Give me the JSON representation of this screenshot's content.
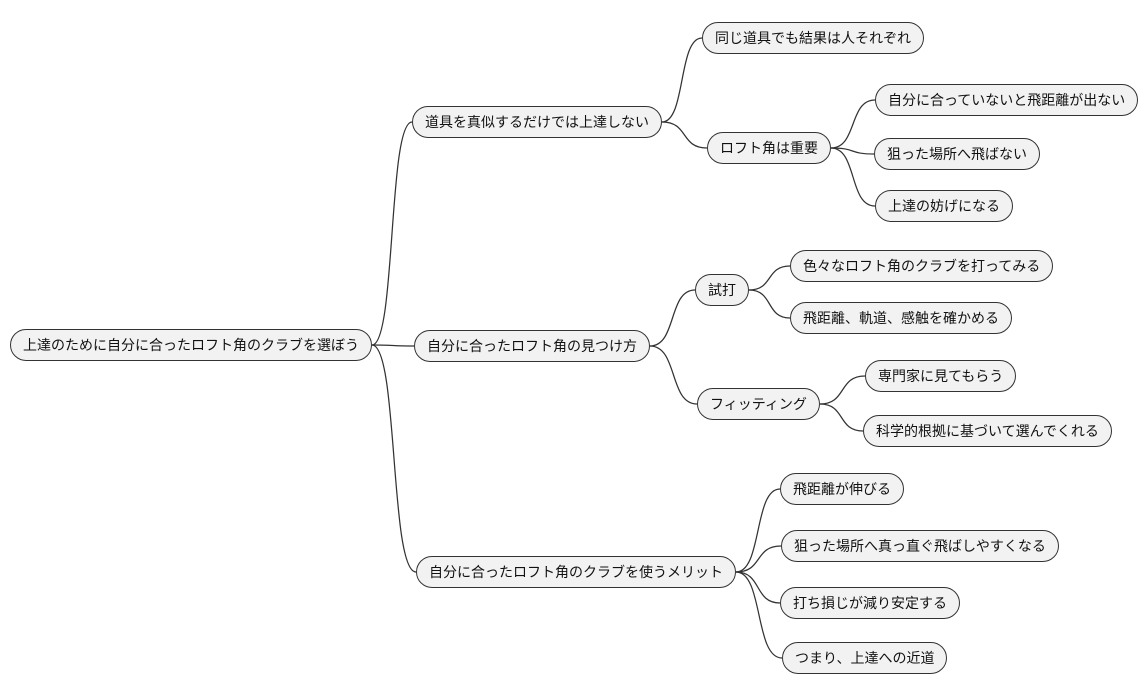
{
  "diagram": {
    "type": "mindmap",
    "background_color": "#ffffff",
    "node_fill_color": "#f2f2f2",
    "node_border_color": "#333333",
    "edge_color": "#333333",
    "text_color": "#111111"
  },
  "nodes": [
    {
      "id": "root",
      "parent": null,
      "label": "上達のために自分に合ったロフト角のクラブを選ぼう"
    },
    {
      "id": "tool-imitation",
      "parent": "root",
      "label": "道具を真似するだけでは上達しない"
    },
    {
      "id": "same-tool-diff-results",
      "parent": "tool-imitation",
      "label": "同じ道具でも結果は人それぞれ"
    },
    {
      "id": "loft-angle-important",
      "parent": "tool-imitation",
      "label": "ロフト角は重要"
    },
    {
      "id": "no-distance",
      "parent": "loft-angle-important",
      "label": "自分に合っていないと飛距離が出ない"
    },
    {
      "id": "not-fly-to-target",
      "parent": "loft-angle-important",
      "label": "狙った場所へ飛ばない"
    },
    {
      "id": "hinders-improvement",
      "parent": "loft-angle-important",
      "label": "上達の妨げになる"
    },
    {
      "id": "how-to-find",
      "parent": "root",
      "label": "自分に合ったロフト角の見つけ方"
    },
    {
      "id": "trial-hitting",
      "parent": "how-to-find",
      "label": "試打"
    },
    {
      "id": "try-various-lofts",
      "parent": "trial-hitting",
      "label": "色々なロフト角のクラブを打ってみる"
    },
    {
      "id": "check-distance-feel",
      "parent": "trial-hitting",
      "label": "飛距離、軌道、感触を確かめる"
    },
    {
      "id": "fitting",
      "parent": "how-to-find",
      "label": "フィッティング"
    },
    {
      "id": "expert-check",
      "parent": "fitting",
      "label": "専門家に見てもらう"
    },
    {
      "id": "science-based-choice",
      "parent": "fitting",
      "label": "科学的根拠に基づいて選んでくれる"
    },
    {
      "id": "merits",
      "parent": "root",
      "label": "自分に合ったロフト角のクラブを使うメリット"
    },
    {
      "id": "distance-increases",
      "parent": "merits",
      "label": "飛距離が伸びる"
    },
    {
      "id": "straighter-shots",
      "parent": "merits",
      "label": "狙った場所へ真っ直ぐ飛ばしやすくなる"
    },
    {
      "id": "fewer-mishits",
      "parent": "merits",
      "label": "打ち損じが減り安定する"
    },
    {
      "id": "shortcut-to-improvement",
      "parent": "merits",
      "label": "つまり、上達への近道"
    }
  ]
}
